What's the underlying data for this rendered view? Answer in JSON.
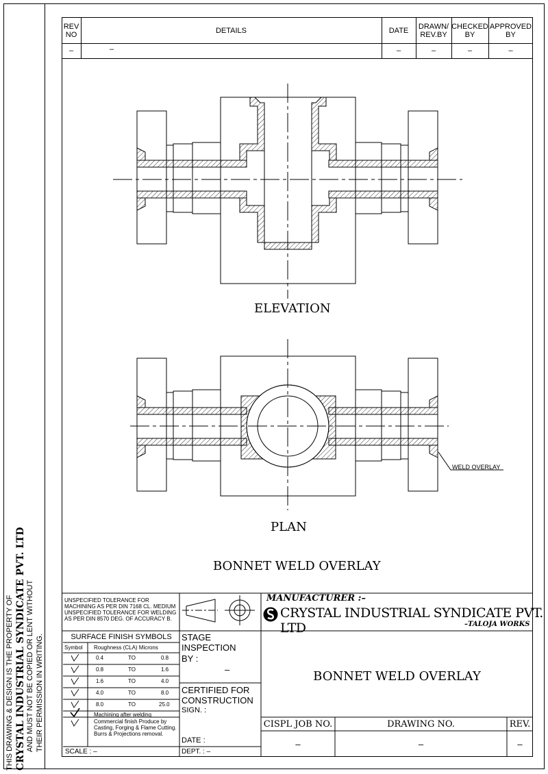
{
  "border_note": {
    "line1": "THIS DRAWING & DESIGN IS THE PROPERTY OF",
    "line2": "CRYSTAL INDUSTRIAL SYNDICATE PVT. LTD",
    "line3": "AND MUST NOT BE COPIED OR LENT WITHOUT",
    "line4": "THEIR PERMISSION IN WRITING."
  },
  "revision_table": {
    "headers": {
      "rev_no": "REV NO",
      "details": "DETAILS",
      "date": "DATE",
      "drawn": "DRAWN/ REV.BY",
      "checked": "CHECKED BY",
      "approved": "APPROVED BY"
    },
    "row": {
      "rev_no": "–",
      "details": "–",
      "date": "–",
      "drawn": "–",
      "checked": "–",
      "approved": "–"
    }
  },
  "views": {
    "elevation_label": "ELEVATION",
    "plan_label": "PLAN",
    "callout": "WELD OVERLAY",
    "drawing_title": "BONNET WELD OVERLAY"
  },
  "title_block": {
    "tolerance": {
      "line1": "UNSPECIFIED TOLERANCE FOR",
      "line2": "MACHINING AS PER DIN 7168 CL. MEDIUM",
      "line3": "UNSPECIFIED TOLERANCE FOR WELDING",
      "line4": "AS PER DIN 8570 DEG. OF ACCURACY B."
    },
    "surface_finish": {
      "title": "SURFACE FINISH SYMBOLS",
      "col_symbol": "Symbol",
      "col_roughness": "Roughness (CLA) Microns",
      "rows": [
        {
          "from": "0.4",
          "to_word": "TO",
          "to": "0.8"
        },
        {
          "from": "0.8",
          "to_word": "TO",
          "to": "1.6"
        },
        {
          "from": "1.6",
          "to_word": "TO",
          "to": "4.0"
        },
        {
          "from": "4.0",
          "to_word": "TO",
          "to": "8.0"
        },
        {
          "from": "8.0",
          "to_word": "TO",
          "to": "25.0"
        }
      ],
      "machining_after_welding": "Machining after welding",
      "commercial_finish": "Commercial finish Produce by Casting, Forging & Flame Cutting. Burrs & Projections removal."
    },
    "scale_label": "SCALE : –",
    "stage_inspection": "STAGE INSPECTION",
    "by_label": "BY :",
    "by_value": "–",
    "certified": "CERTIFIED FOR CONSTRUCTION",
    "sign_label": "SIGN. :",
    "date_label": "DATE :",
    "dept_label": "DEPT. : –",
    "manufacturer_label": "MANUFACTURER :–",
    "company": "CRYSTAL INDUSTRIAL SYNDICATE PVT. LTD",
    "works": "–TALOJA WORKS",
    "title": "BONNET WELD OVERLAY",
    "job_no_label": "CISPL JOB NO.",
    "drawing_no_label": "DRAWING NO.",
    "rev_label": "REV.",
    "job_no_value": "–",
    "drawing_no_value": "–",
    "rev_value": "–"
  }
}
